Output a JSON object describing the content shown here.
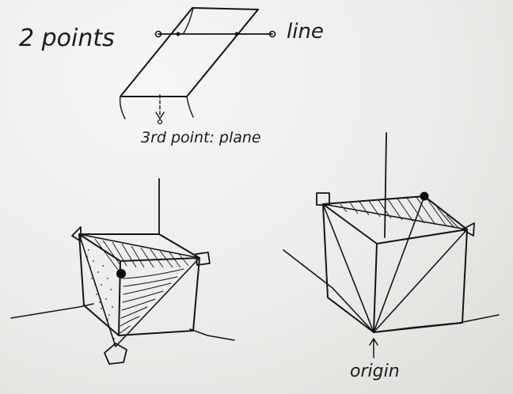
{
  "labels": {
    "two_points": "2 points",
    "line": "line",
    "third_point": "3rd point: plane",
    "origin": "origin"
  },
  "colors": {
    "ink": "#151515",
    "paper": "#f2f2f0"
  }
}
